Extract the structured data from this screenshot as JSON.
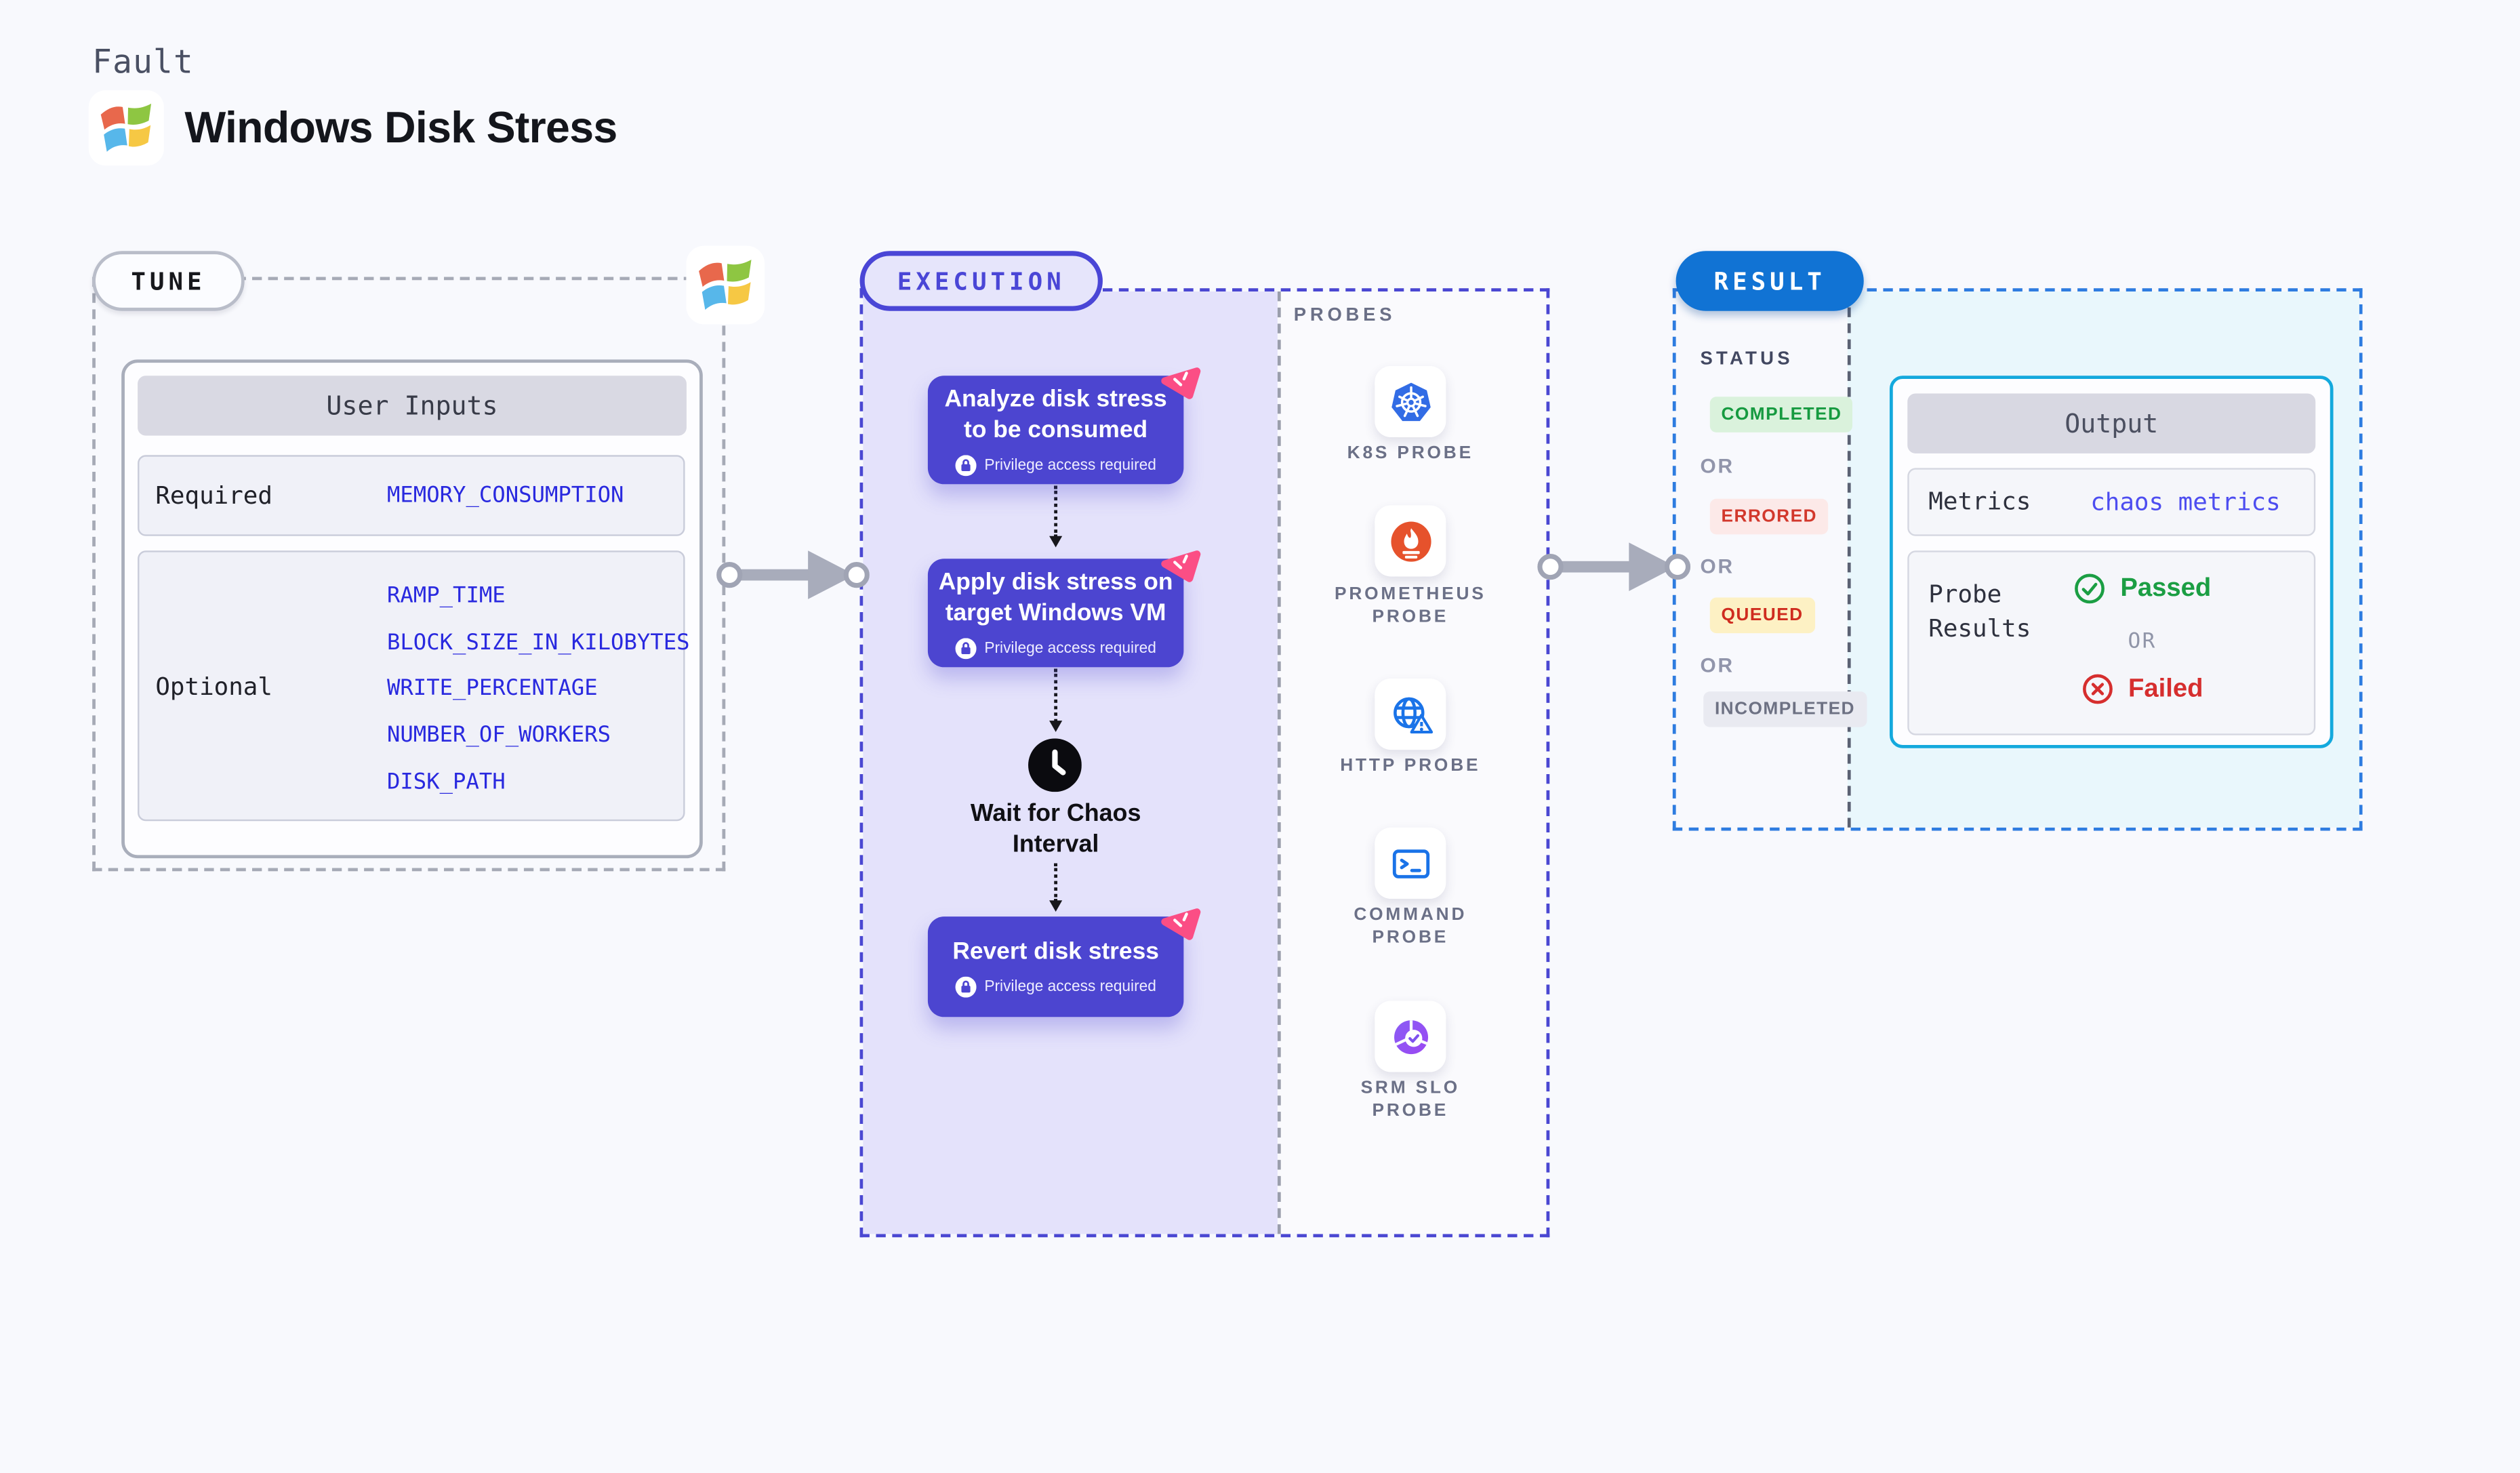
{
  "page": {
    "kicker": "Fault",
    "title": "Windows Disk Stress",
    "logo_icon": "windows-logo"
  },
  "tune": {
    "pill": "TUNE",
    "corner_icon": "windows-logo",
    "card_title": "User Inputs",
    "required_label": "Required",
    "required_value": "MEMORY_CONSUMPTION",
    "optional_label": "Optional",
    "optional_values": [
      "RAMP_TIME",
      "BLOCK_SIZE_IN_KILOBYTES",
      "WRITE_PERCENTAGE",
      "NUMBER_OF_WORKERS",
      "DISK_PATH"
    ]
  },
  "execution": {
    "pill": "EXECUTION",
    "steps": [
      {
        "title": "Analyze disk stress\nto be consumed",
        "badge": "Privilege access required",
        "badge_icon": "lock-icon",
        "corner_icon": "chaos-experiment-icon"
      },
      {
        "title": "Apply disk stress on\ntarget Windows VM",
        "badge": "Privilege access required",
        "badge_icon": "lock-icon",
        "corner_icon": "chaos-experiment-icon"
      },
      {
        "title": "Revert disk stress",
        "badge": "Privilege access required",
        "badge_icon": "lock-icon",
        "corner_icon": "chaos-experiment-icon"
      }
    ],
    "wait_icon": "clock-icon",
    "wait_label": "Wait for Chaos\nInterval"
  },
  "probes": {
    "heading": "PROBES",
    "items": [
      {
        "label": "K8S PROBE",
        "icon": "kubernetes-icon"
      },
      {
        "label": "PROMETHEUS\nPROBE",
        "icon": "prometheus-icon"
      },
      {
        "label": "HTTP PROBE",
        "icon": "globe-alert-icon"
      },
      {
        "label": "COMMAND\nPROBE",
        "icon": "terminal-icon"
      },
      {
        "label": "SRM SLO\nPROBE",
        "icon": "slo-gauge-icon"
      }
    ]
  },
  "result": {
    "pill": "RESULT",
    "status_heading": "STATUS",
    "or_label": "OR",
    "statuses": [
      {
        "label": "COMPLETED",
        "fg": "#169a40",
        "bg": "#daf2dc"
      },
      {
        "label": "ERRORED",
        "fg": "#d2382c",
        "bg": "#fce9e8"
      },
      {
        "label": "QUEUED",
        "fg": "#cf2c1f",
        "bg": "#fdf1c4"
      },
      {
        "label": "INCOMPLETED",
        "fg": "#6d7183",
        "bg": "#e9eaf1"
      }
    ],
    "output": {
      "title": "Output",
      "metrics_label": "Metrics",
      "metrics_value": "chaos metrics",
      "probe_results_label": "Probe Results",
      "passed_label": "Passed",
      "passed_icon": "check-circle-icon",
      "failed_label": "Failed",
      "failed_icon": "x-circle-icon"
    }
  },
  "colors": {
    "page_bg": "#f8f9fd",
    "step_purple": "#4c45d0",
    "execution_bg": "#e4e2fb",
    "execution_border": "#4a47d2",
    "tune_border": "#a6aab6",
    "result_border": "#2e7ce0",
    "result_pill_blue": "#1173d4",
    "output_border": "#14a9dd",
    "output_panel_bg": "#e9f7fc",
    "value_blue": "#2929df",
    "metrics_value_blue": "#4d4df0",
    "passed_green": "#1b9e43",
    "failed_red": "#d62e2e",
    "chaos_pink": "#fb4e85",
    "kubernetes_blue": "#326ce5",
    "prometheus_orange": "#e6522c",
    "probe_icon_blue": "#1a73e8"
  }
}
